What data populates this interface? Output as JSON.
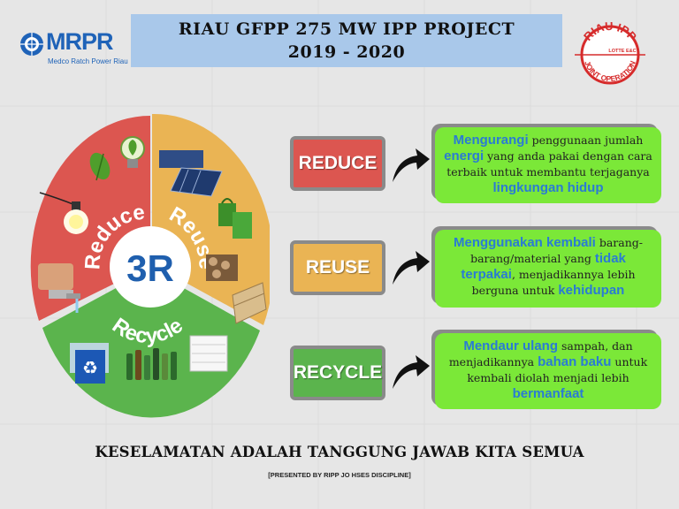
{
  "header": {
    "title_line1": "RIAU GFPP 275 MW IPP PROJECT",
    "title_line2": "2019 - 2020"
  },
  "logo_left": {
    "brand": "MRPR",
    "subtitle": "Medco Ratch Power Riau"
  },
  "logo_right": {
    "top_text": "RIAU IPP",
    "bottom_text": "JOINT OPERATION",
    "partner": "LOTTE E&C"
  },
  "wheel": {
    "center": "3R",
    "segments": [
      {
        "label": "Reduce",
        "color": "#dc5650"
      },
      {
        "label": "Reuse",
        "color": "#eab454"
      },
      {
        "label": "Recycle",
        "color": "#5bb44d"
      }
    ]
  },
  "steps": [
    {
      "button": "REDUCE",
      "color": "#dc5650",
      "desc": [
        {
          "t": "Mengurangi",
          "kw": true
        },
        {
          "t": " penggunaan jumlah "
        },
        {
          "t": "energi",
          "kw": true
        },
        {
          "t": " yang anda pakai  dengan cara terbaik untuk membantu terjaganya "
        },
        {
          "t": "lingkungan hidup",
          "kw": true
        }
      ]
    },
    {
      "button": "REUSE",
      "color": "#eab454",
      "desc": [
        {
          "t": "Menggunakan kembali",
          "kw": true
        },
        {
          "t": " barang-barang/material yang "
        },
        {
          "t": "tidak terpakai",
          "kw": true
        },
        {
          "t": ", menjadikannya lebih berguna untuk "
        },
        {
          "t": "kehidupan",
          "kw": true
        }
      ]
    },
    {
      "button": "RECYCLE",
      "color": "#5bb44d",
      "desc": [
        {
          "t": "Mendaur ulang",
          "kw": true
        },
        {
          "t": " sampah, dan menjadikannya "
        },
        {
          "t": "bahan baku",
          "kw": true
        },
        {
          "t": " untuk kembali diolah menjadi lebih "
        },
        {
          "t": "bermanfaat",
          "kw": true
        }
      ]
    }
  ],
  "footer": {
    "slogan": "KESELAMATAN ADALAH TANGGUNG JAWAB KITA SEMUA",
    "credit": "[PRESENTED BY RIPP JO HSES DISCIPLINE]"
  },
  "colors": {
    "card_bg": "#7be838",
    "keyword": "#2a7bd4",
    "title_bg": "#a9c8ea"
  }
}
